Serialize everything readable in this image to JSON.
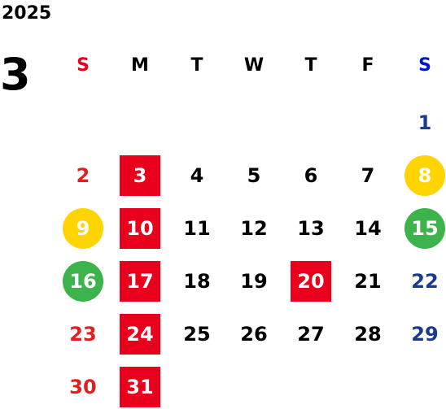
{
  "calendar": {
    "year": "2025",
    "month": "3",
    "weekdays": [
      {
        "label": "S",
        "color": "#e8001c"
      },
      {
        "label": "M",
        "color": "#000000"
      },
      {
        "label": "T",
        "color": "#000000"
      },
      {
        "label": "W",
        "color": "#000000"
      },
      {
        "label": "T",
        "color": "#000000"
      },
      {
        "label": "F",
        "color": "#000000"
      },
      {
        "label": "S",
        "color": "#0018c8"
      }
    ],
    "colors": {
      "sunday_text": "#e02020",
      "saturday_text": "#1a3a8c",
      "weekday_text": "#000000",
      "red_marker": "#e8001c",
      "yellow_marker": "#ffd400",
      "green_marker": "#3cb44b",
      "marked_text": "#ffffff"
    },
    "weeks": [
      [
        null,
        null,
        null,
        null,
        null,
        null,
        {
          "day": "1"
        }
      ],
      [
        {
          "day": "2"
        },
        {
          "day": "3",
          "marker": "red"
        },
        {
          "day": "4"
        },
        {
          "day": "5"
        },
        {
          "day": "6"
        },
        {
          "day": "7"
        },
        {
          "day": "8",
          "marker": "yellow"
        }
      ],
      [
        {
          "day": "9",
          "marker": "yellow"
        },
        {
          "day": "10",
          "marker": "red"
        },
        {
          "day": "11"
        },
        {
          "day": "12"
        },
        {
          "day": "13"
        },
        {
          "day": "14"
        },
        {
          "day": "15",
          "marker": "green"
        }
      ],
      [
        {
          "day": "16",
          "marker": "green"
        },
        {
          "day": "17",
          "marker": "red"
        },
        {
          "day": "18"
        },
        {
          "day": "19"
        },
        {
          "day": "20",
          "marker": "red"
        },
        {
          "day": "21"
        },
        {
          "day": "22"
        }
      ],
      [
        {
          "day": "23"
        },
        {
          "day": "24",
          "marker": "red"
        },
        {
          "day": "25"
        },
        {
          "day": "26"
        },
        {
          "day": "27"
        },
        {
          "day": "28"
        },
        {
          "day": "29"
        }
      ],
      [
        {
          "day": "30"
        },
        {
          "day": "31",
          "marker": "red"
        },
        null,
        null,
        null,
        null,
        null
      ]
    ]
  }
}
